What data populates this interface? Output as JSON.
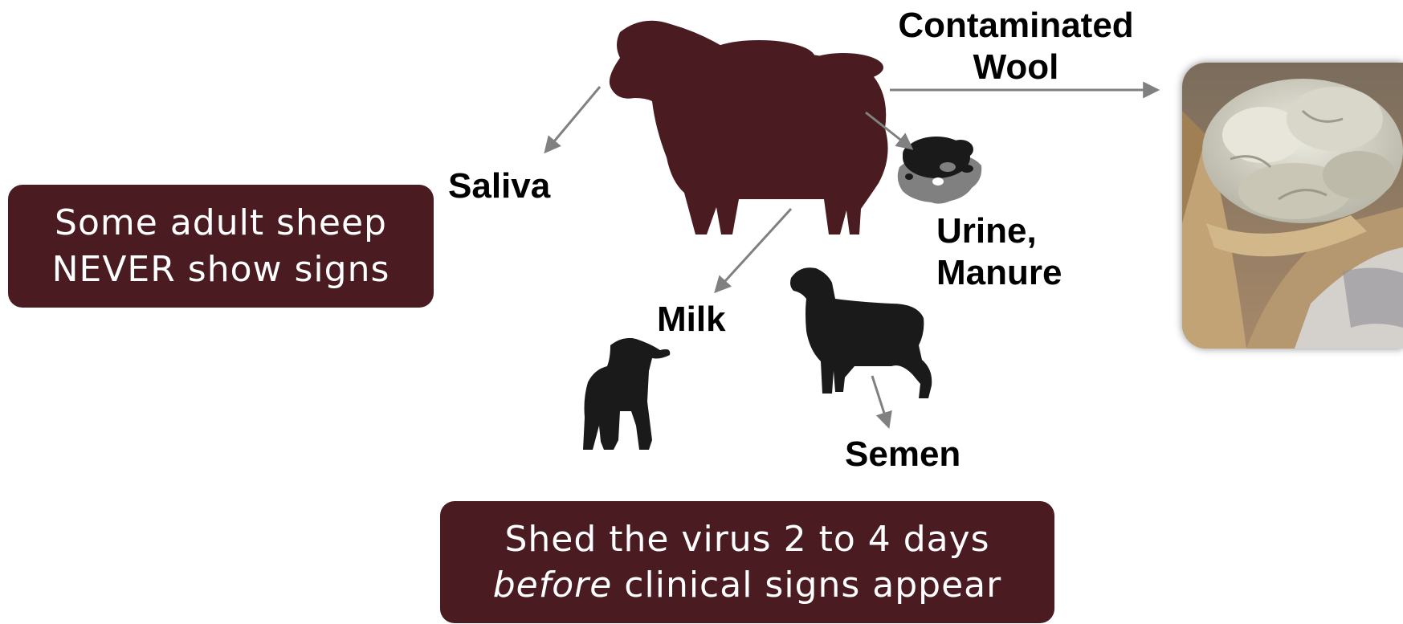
{
  "labels": {
    "wool_line1": "Contaminated",
    "wool_line2": "Wool",
    "saliva": "Saliva",
    "urine_line1": "Urine,",
    "urine_line2": "Manure",
    "milk": "Milk",
    "semen": "Semen"
  },
  "callouts": {
    "left_line1": "Some adult sheep",
    "left_line2": "NEVER show signs",
    "bottom_line1": "Shed the virus 2 to 4 days",
    "bottom_line2_em": "before",
    "bottom_line2_rest": " clinical signs appear"
  },
  "colors": {
    "box_bg": "#4a1c22",
    "ewe": "#4a1c22",
    "silhouette": "#1a1a1a",
    "arrow": "#808080"
  },
  "icons": {
    "ewe": "adult-sheep-silhouette",
    "lamb": "lamb-silhouette",
    "ram": "ram-silhouette",
    "manure": "manure-pile-icon",
    "photo": "wool-bag-photo"
  }
}
